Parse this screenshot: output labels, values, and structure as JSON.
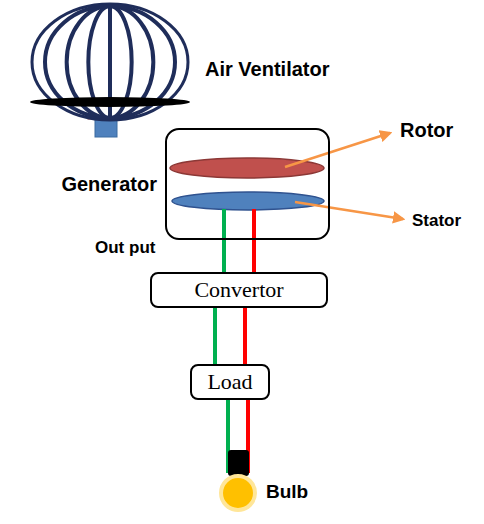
{
  "diagram": {
    "nodes": [
      {
        "text": [
          "Generator"
        ]
      },
      {
        "text": [
          "Convertor"
        ]
      },
      {
        "text": [
          "Load"
        ]
      },
      {
        "text": [
          "Bulb"
        ]
      }
    ],
    "edges": [
      {
        "from": 0,
        "to": 1,
        "arrow": "none"
      },
      {
        "from": 1,
        "to": 2,
        "arrow": "none"
      },
      {
        "from": 2,
        "to": 3,
        "arrow": "none"
      }
    ],
    "labels": [
      "Air Ventilator",
      "Rotor",
      "Stator",
      "Out put"
    ]
  }
}
